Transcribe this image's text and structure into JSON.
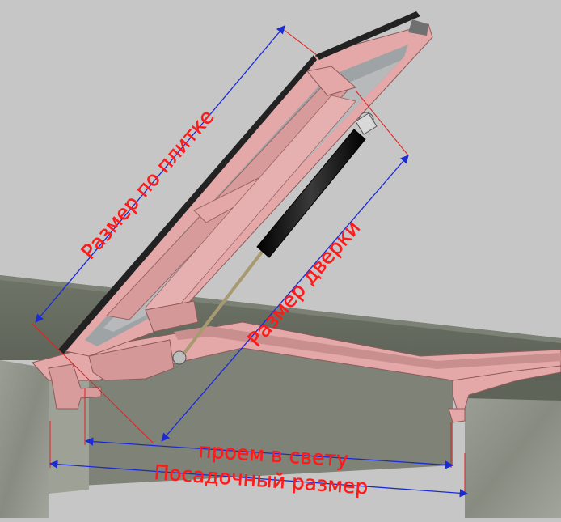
{
  "labels": {
    "tile_size": "Размер по плитке",
    "door_size": "Размер дверки",
    "clear_opening": "проем в свету",
    "seating_size": "Посадочный размер"
  },
  "colors": {
    "background": "#c6c6c6",
    "frame_pink": "#e4a8a8",
    "frame_pink_dark": "#b27676",
    "concrete": "#8f948a",
    "dimension_line": "#1a2bd6",
    "extension_line": "#e02020",
    "label_text": "#ff1a1a",
    "gas_spring": "#111111",
    "tile_edge": "#222222"
  },
  "icons": [
    "dimension-arrow",
    "gas-spring-strut",
    "hatch-door-frame"
  ]
}
